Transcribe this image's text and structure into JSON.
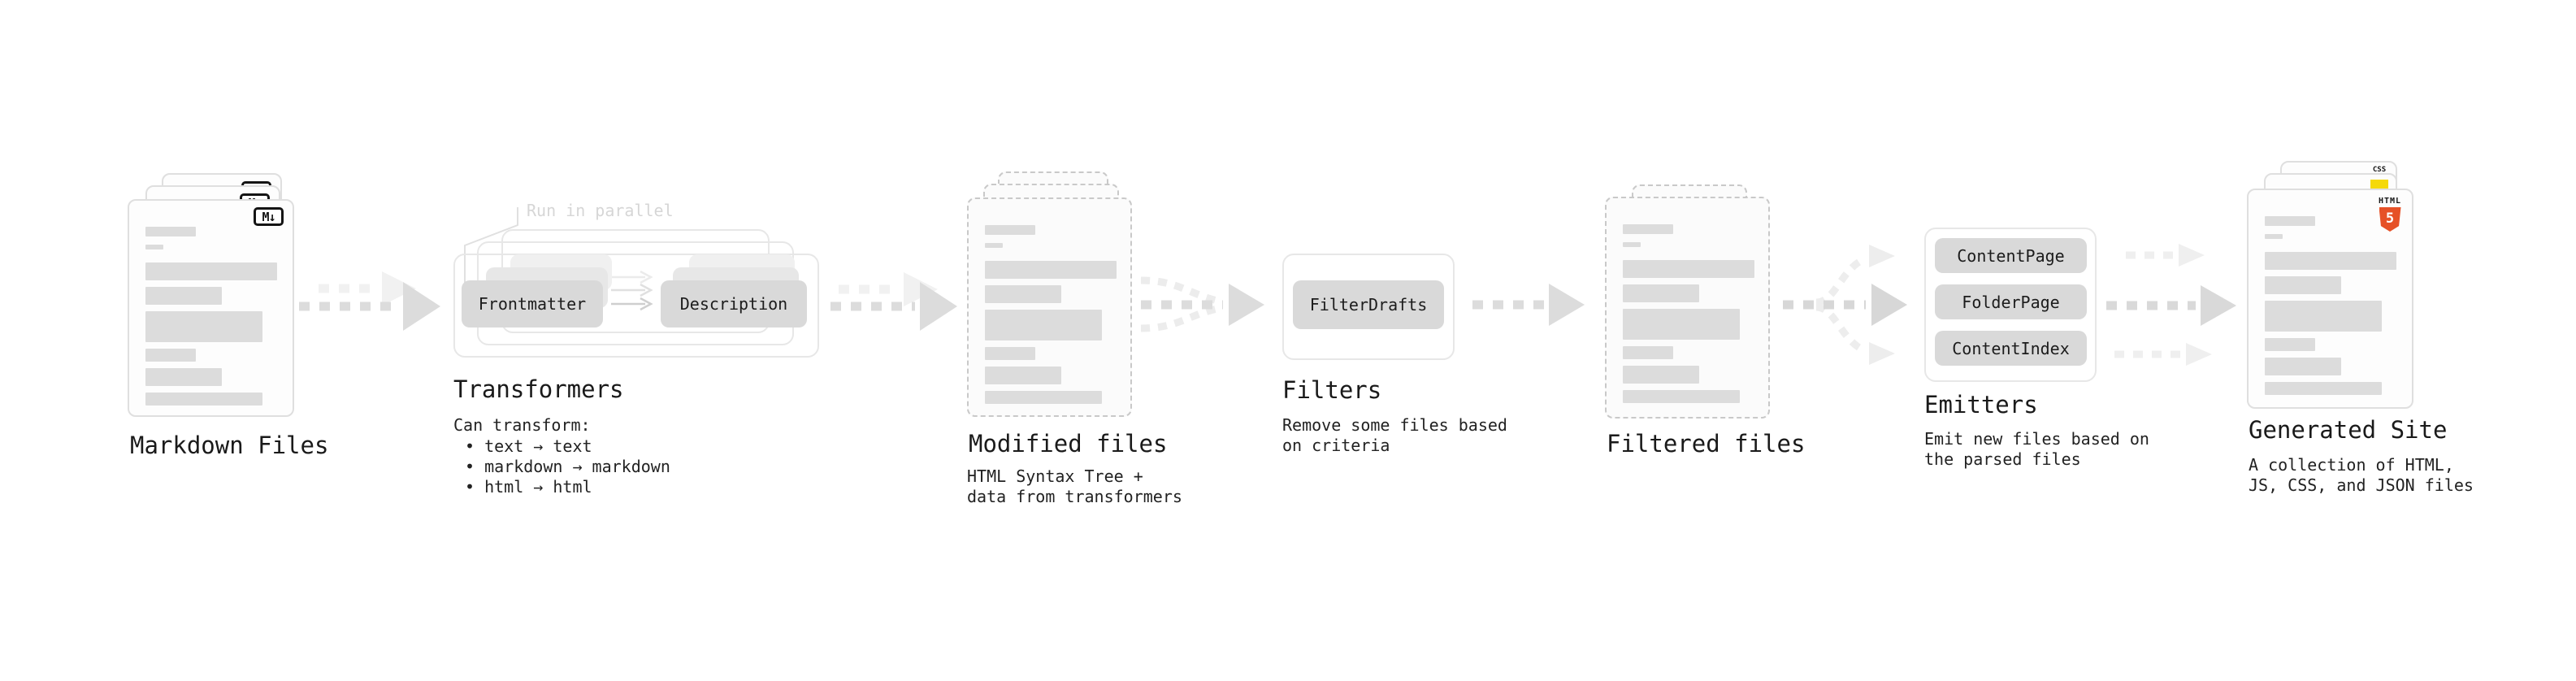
{
  "sections": {
    "markdown_files": {
      "label": "Markdown Files",
      "icon_badge": "M↓"
    },
    "transformers": {
      "title": "Transformers",
      "parallel_note": "Run in parallel",
      "transformer_1": "Frontmatter",
      "transformer_2": "Description",
      "subtitle": "Can transform:",
      "bullets": [
        "• text → text",
        "• markdown → markdown",
        "• html → html"
      ]
    },
    "modified_files": {
      "label": "Modified files",
      "subtitle": "HTML Syntax Tree +\ndata from transformers"
    },
    "filters": {
      "title": "Filters",
      "filter_1": "FilterDrafts",
      "subtitle": "Remove some files based\non criteria"
    },
    "filtered_files": {
      "label": "Filtered files"
    },
    "emitters": {
      "title": "Emitters",
      "emitter_1": "ContentPage",
      "emitter_2": "FolderPage",
      "emitter_3": "ContentIndex",
      "subtitle": "Emit new files based on\nthe parsed files"
    },
    "generated_site": {
      "label": "Generated Site",
      "subtitle": "A collection of HTML,\nJS, CSS, and JSON files",
      "badge_html_label": "HTML",
      "badge_html_number": "5",
      "badge_css_label": "CSS"
    }
  },
  "colors": {
    "arrow_gray": "#dcdcdc",
    "arrow_ghost": "#f0f0f0",
    "node_gray": "#d9d9d9",
    "html5_orange": "#e65127",
    "js_yellow": "#f5d90a",
    "css_blue": "#2b5df0"
  }
}
